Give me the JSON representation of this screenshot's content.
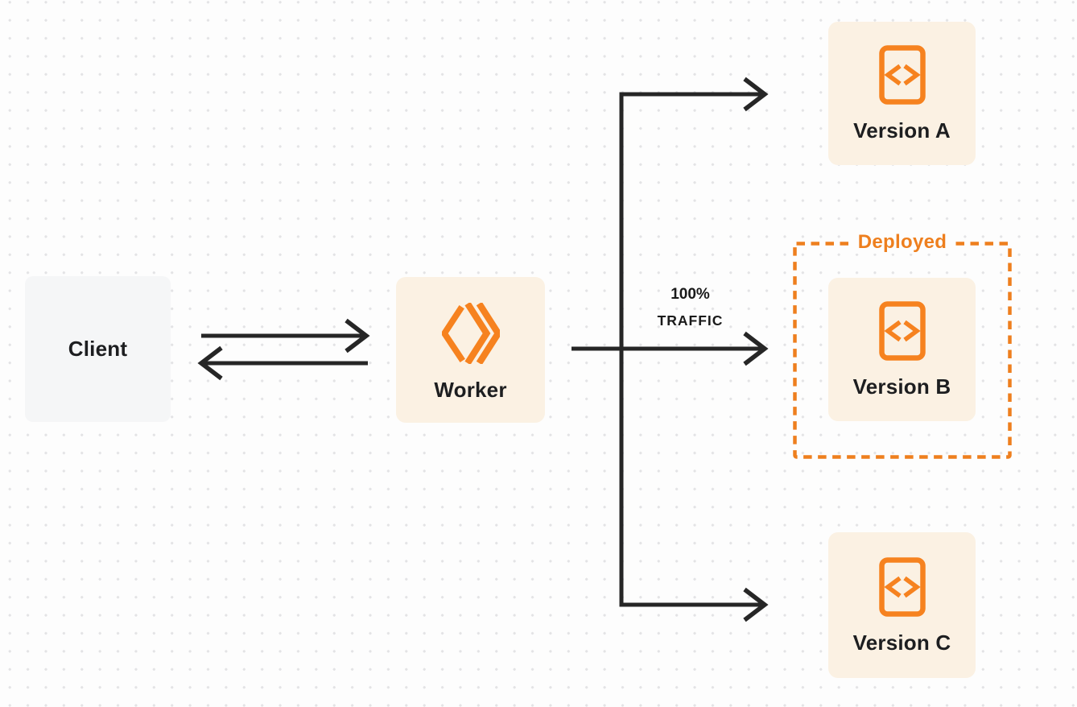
{
  "title": "Worker traffic routing diagram",
  "colors": {
    "background": "#fdfdfd",
    "dot_grid": "#e3e3e5",
    "orange_accent": "#f6821f",
    "cream_node_fill": "#fbf1e3",
    "client_node_fill": "#f5f6f7",
    "arrow_stroke": "#262626",
    "label_text": "#1d1e20"
  },
  "nodes": {
    "client": {
      "label": "Client"
    },
    "worker": {
      "label": "Worker"
    },
    "version_a": {
      "label": "Version A"
    },
    "version_b": {
      "label": "Version B"
    },
    "version_c": {
      "label": "Version C"
    }
  },
  "annotations": {
    "deployed": {
      "label": "Deployed"
    },
    "traffic": {
      "line1": "100%",
      "line2": "TRAFFIC"
    }
  },
  "icons": {
    "worker_logo": "workers-double-chevron-logo-icon",
    "version_doc": "code-file-icon"
  },
  "edges": {
    "client_to_worker": "request arrow (right)",
    "worker_to_client": "response arrow (left)",
    "worker_to_version_a": "branch arrow",
    "worker_to_version_b": "100% TRAFFIC arrow",
    "worker_to_version_c": "branch arrow"
  }
}
